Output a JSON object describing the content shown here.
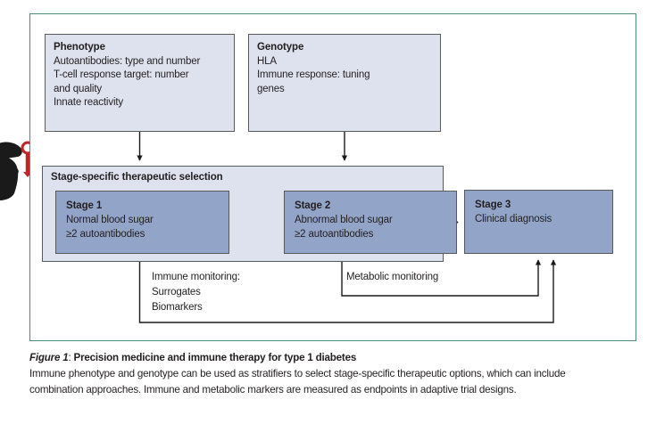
{
  "figure": {
    "frame_border_color": "#4e8b78",
    "box_light_color": "#dde2ee",
    "box_mid_color": "#93a4c9",
    "box_border_color": "#58595b",
    "text_color": "#231f20"
  },
  "boxes": {
    "phenotype": {
      "title": "Phenotype",
      "lines": [
        "Autoantibodies: type and number",
        "T-cell response target: number",
        "and quality",
        "Innate reactivity"
      ]
    },
    "genotype": {
      "title": "Genotype",
      "lines": [
        "HLA",
        "Immune response: tuning",
        "genes"
      ]
    },
    "stage_selection": {
      "title": "Stage-specific therapeutic selection"
    },
    "stage1": {
      "title": "Stage 1",
      "lines": [
        "Normal blood sugar",
        "≥2 autoantibodies"
      ]
    },
    "stage2": {
      "title": "Stage 2",
      "lines": [
        "Abnormal blood sugar",
        "≥2 autoantibodies"
      ]
    },
    "stage3": {
      "title": "Stage 3",
      "lines": [
        "Clinical diagnosis"
      ]
    }
  },
  "monitoring": {
    "immune": {
      "lines": [
        "Immune monitoring:",
        "Surrogates",
        "Biomarkers"
      ]
    },
    "metabolic": {
      "lines": [
        "Metabolic monitoring"
      ]
    }
  },
  "caption": {
    "figure_num": "Figure 1",
    "separator": ": ",
    "title": "Precision medicine and immune therapy for type 1 diabetes",
    "body": "Immune phenotype and genotype can be used as stratifiers to select stage-specific therapeutic options, which can include combination approaches. Immune and metabolic markers are measured as endpoints in adaptive trial designs."
  },
  "decoration": {
    "silhouette": {
      "name": "person-with-key-silhouette",
      "figure_color": "#1a1a1a",
      "key_color": "#c0252a"
    }
  }
}
